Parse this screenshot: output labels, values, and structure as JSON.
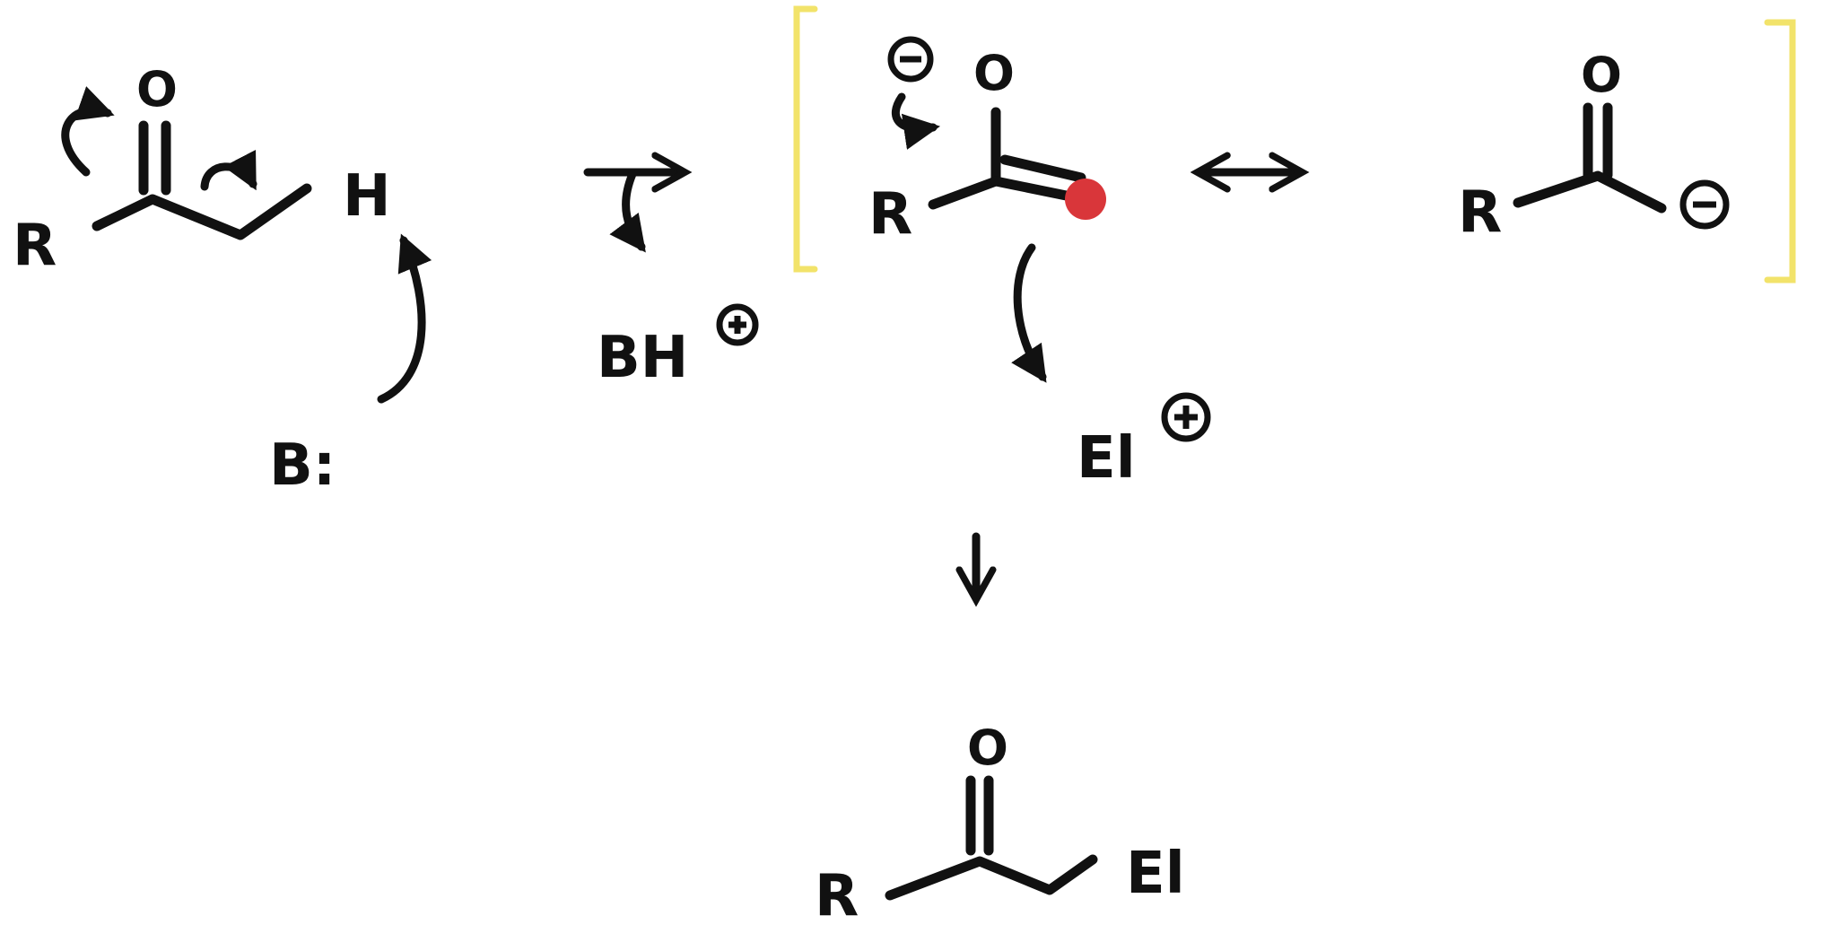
{
  "labels": {
    "r": "R",
    "o": "O",
    "h": "H",
    "base": "B:",
    "conjugate_acid": "BH",
    "electrophile": "El"
  },
  "colors": {
    "ink": "#111111",
    "bracket": "#f2e36a",
    "highlight": "#d9363a"
  }
}
